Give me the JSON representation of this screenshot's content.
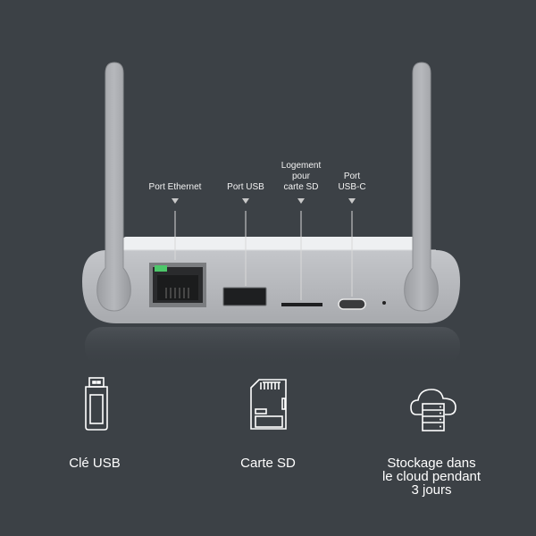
{
  "colors": {
    "background": "#3c4146",
    "device_body": "#b5b7bb",
    "device_top": "#eef0f2",
    "antenna": "#a9abaf",
    "led_green": "#4cc86a"
  },
  "callouts": [
    {
      "id": "ethernet",
      "label": "Port Ethernet"
    },
    {
      "id": "usb",
      "label": "Port USB"
    },
    {
      "id": "sd_line1",
      "label": "Logement"
    },
    {
      "id": "sd_line2",
      "label": "pour"
    },
    {
      "id": "sd_line3",
      "label": "carte SD"
    },
    {
      "id": "usbc_line1",
      "label": "Port"
    },
    {
      "id": "usbc_line2",
      "label": "USB-C"
    }
  ],
  "features": [
    {
      "icon": "usb-stick-icon",
      "label": "Clé USB"
    },
    {
      "icon": "sd-card-icon",
      "label": "Carte SD"
    },
    {
      "icon": "cloud-storage-icon",
      "line1": "Stockage dans",
      "line2": "le cloud pendant",
      "line3": "3 jours"
    }
  ]
}
